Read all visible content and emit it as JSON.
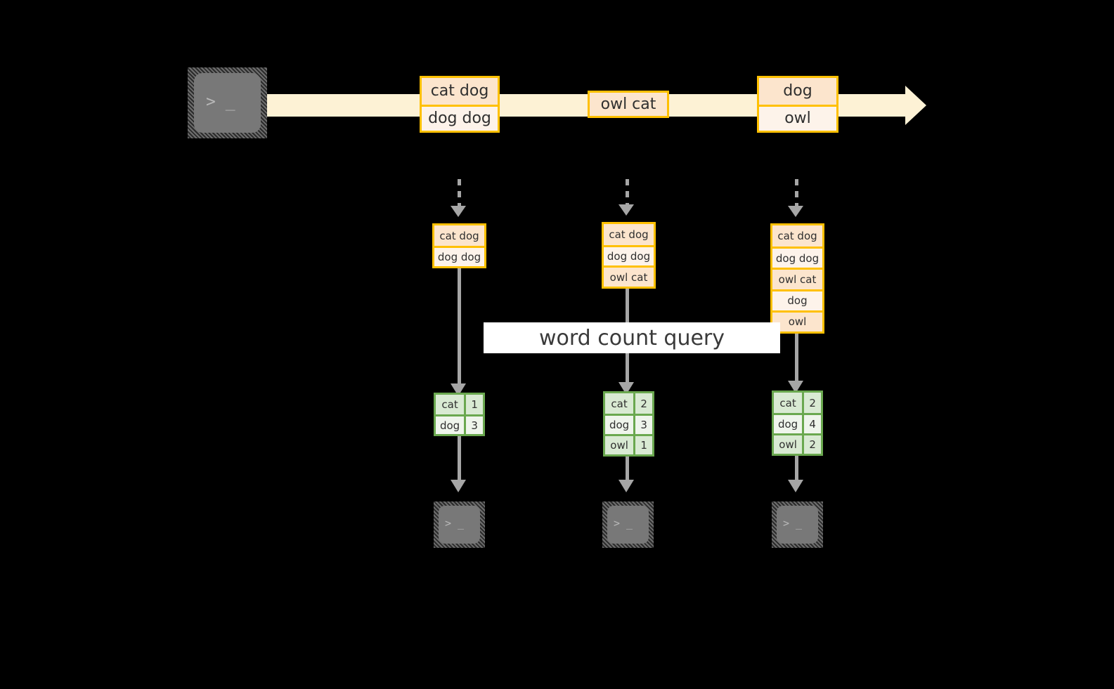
{
  "diagram": {
    "title_label": "word count query",
    "colors": {
      "background": "#000000",
      "stream_band": "#fdf2d5",
      "record_border": "#ffc000",
      "record_fill_dark": "#fce5cd",
      "record_fill_light": "#fdf3ea",
      "result_border": "#6aa84f",
      "result_fill_dark": "#d9ead3",
      "result_fill_light": "#eff5ec",
      "connector": "#a6a6a6",
      "terminal_icon": "#787878",
      "banner_bg": "#ffffff",
      "text": "#2f2f2f"
    },
    "producer": {
      "icon": "terminal-icon",
      "glyph": "> _"
    },
    "stream": {
      "direction": "right",
      "messages": [
        {
          "lines": [
            {
              "text": "cat dog",
              "shade": "dark"
            },
            {
              "text": "dog dog",
              "shade": "light"
            }
          ]
        },
        {
          "lines": [
            {
              "text": "owl cat",
              "shade": "dark"
            }
          ]
        },
        {
          "lines": [
            {
              "text": "dog",
              "shade": "dark"
            },
            {
              "text": "owl",
              "shade": "light"
            }
          ]
        }
      ]
    },
    "columns": [
      {
        "accumulated": [
          {
            "text": "cat dog",
            "shade": "dark"
          },
          {
            "text": "dog dog",
            "shade": "light"
          }
        ],
        "results": [
          {
            "word": "cat",
            "count": "1",
            "shade": "dark"
          },
          {
            "word": "dog",
            "count": "3",
            "shade": "light"
          }
        ],
        "consumer": {
          "icon": "terminal-icon",
          "glyph": "> _"
        }
      },
      {
        "accumulated": [
          {
            "text": "cat dog",
            "shade": "dark"
          },
          {
            "text": "dog dog",
            "shade": "light"
          },
          {
            "text": "owl cat",
            "shade": "dark"
          }
        ],
        "results": [
          {
            "word": "cat",
            "count": "2",
            "shade": "dark"
          },
          {
            "word": "dog",
            "count": "3",
            "shade": "light"
          },
          {
            "word": "owl",
            "count": "1",
            "shade": "dark"
          }
        ],
        "consumer": {
          "icon": "terminal-icon",
          "glyph": "> _"
        }
      },
      {
        "accumulated": [
          {
            "text": "cat dog",
            "shade": "dark"
          },
          {
            "text": "dog dog",
            "shade": "light"
          },
          {
            "text": "owl cat",
            "shade": "dark"
          },
          {
            "text": "dog",
            "shade": "light"
          },
          {
            "text": "owl",
            "shade": "dark"
          }
        ],
        "results": [
          {
            "word": "cat",
            "count": "2",
            "shade": "dark"
          },
          {
            "word": "dog",
            "count": "4",
            "shade": "light"
          },
          {
            "word": "owl",
            "count": "2",
            "shade": "dark"
          }
        ],
        "consumer": {
          "icon": "terminal-icon",
          "glyph": "> _"
        }
      }
    ]
  }
}
